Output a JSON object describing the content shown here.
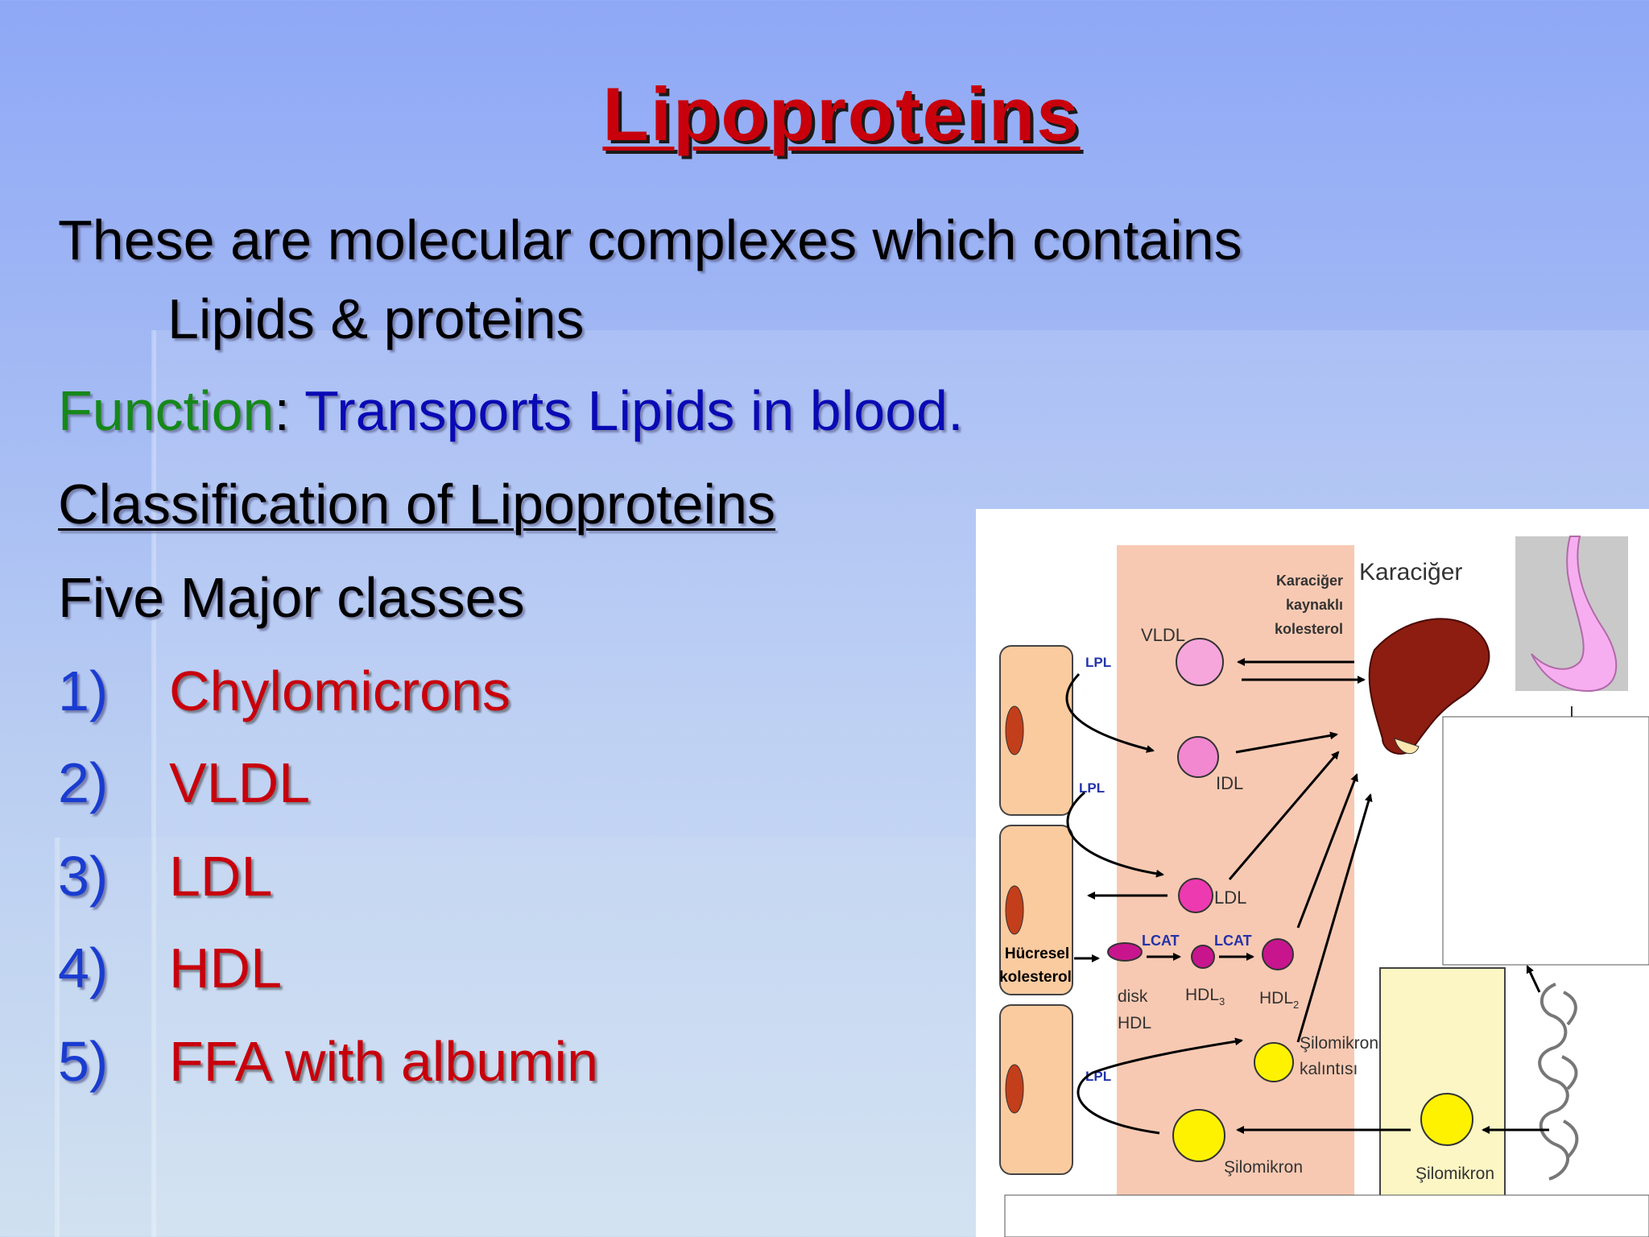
{
  "slide": {
    "title": "Lipoproteins",
    "definition_line1": "These are molecular complexes which contains",
    "definition_line2": "Lipids & proteins",
    "function_label": "Function",
    "function_colon": ":",
    "function_text": "Transports Lipids in blood.",
    "classification_heading": "Classification of Lipoproteins",
    "classes_intro": "Five Major classes",
    "classes": [
      {
        "num": "1)",
        "name": "Chylomicrons"
      },
      {
        "num": "2)",
        "name": "VLDL"
      },
      {
        "num": "3)",
        "name": "LDL"
      },
      {
        "num": "4)",
        "name": "HDL"
      },
      {
        "num": "5)",
        "name": "FFA with albumin"
      }
    ]
  },
  "diagram": {
    "liver_source_cholesterol": [
      "Karaciğer",
      "kaynaklı",
      "kolesterol"
    ],
    "liver": "Karaciğer",
    "vldl": "VLDL",
    "idl": "IDL",
    "ldl": "LDL",
    "lpl": "LPL",
    "lcat": "LCAT",
    "cellular_cholesterol": [
      "Hücresel",
      "kolesterol"
    ],
    "disk_hdl": [
      "disk",
      "HDL"
    ],
    "hdl3": "HDL3",
    "hdl2": "HDL2",
    "chylomicron_remnant": [
      "Şilomikron",
      "kalıntısı"
    ],
    "chylomicron": "Şilomikron",
    "colors": {
      "cell": "#fbcba0",
      "nucleus": "#c33e1a",
      "plasma_zone": "#f8c9b2",
      "vldl_idl": "#f7a6dc",
      "ldl": "#ee3ab0",
      "hdl": "#c8158e",
      "chylomicron": "#fff200",
      "intestine_zone": "#fbf6c4",
      "liver": "#8c1d10",
      "stomach": "#f7aef0"
    }
  }
}
